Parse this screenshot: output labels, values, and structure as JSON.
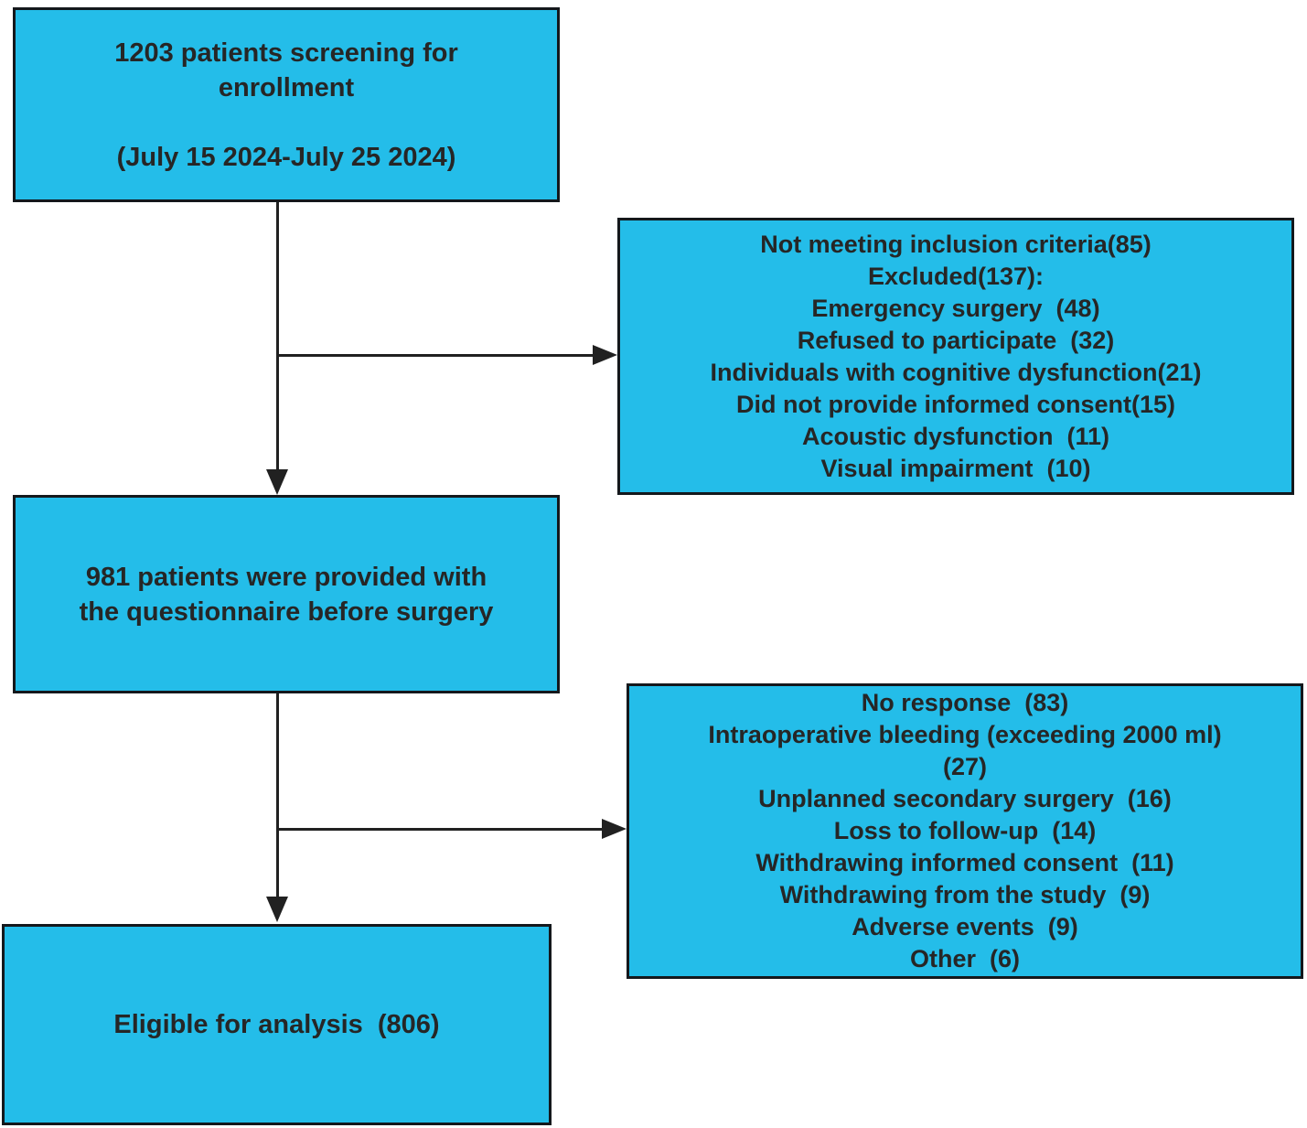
{
  "colors": {
    "box_fill": "#24bde9",
    "box_border": "#14181c",
    "text": "#262626",
    "arrow": "#212121",
    "background": "#ffffff"
  },
  "flowchart": {
    "screening_box": {
      "lines": [
        "1203 patients screening for",
        "enrollment",
        "",
        "(July 15 2024-July 25 2024)"
      ]
    },
    "exclusion_box_1": {
      "lines": [
        "Not meeting inclusion criteria(85)",
        "Excluded(137):",
        "Emergency surgery  (48)",
        "Refused to participate  (32)",
        "Individuals with cognitive dysfunction(21)",
        "Did not provide informed consent(15)",
        "Acoustic dysfunction  (11)",
        "Visual impairment  (10)"
      ]
    },
    "questionnaire_box": {
      "lines": [
        "981 patients were provided with",
        "the questionnaire before surgery"
      ]
    },
    "exclusion_box_2": {
      "lines": [
        "No response  (83)",
        "Intraoperative bleeding (exceeding 2000 ml)",
        "(27)",
        "Unplanned secondary surgery  (16)",
        "Loss to follow-up  (14)",
        "Withdrawing informed consent  (11)",
        "Withdrawing from the study  (9)",
        "Adverse events  (9)",
        "Other  (6)"
      ]
    },
    "eligible_box": {
      "lines": [
        "Eligible for analysis  (806)"
      ]
    }
  }
}
